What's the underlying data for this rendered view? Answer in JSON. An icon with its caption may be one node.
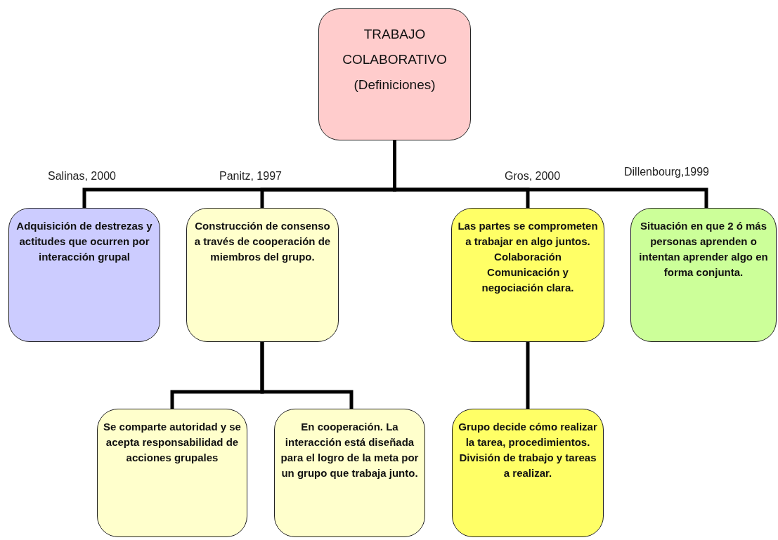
{
  "diagram": {
    "nodes": [
      {
        "text": [
          "TRABAJO COLABORATIVO (Definiciones)"
        ]
      },
      {
        "text": [
          "Adquisición de destrezas y  actitudes que ocurren por interacción  grupal"
        ],
        "beside": [
          "Salinas, 2000"
        ]
      },
      {
        "text": [
          "Construcción de consenso a través de cooperación de miembros del grupo."
        ],
        "beside": [
          "Panitz, 1997"
        ]
      },
      {
        "text": [
          "Las partes se comprometen a trabajar en algo juntos. Colaboración Comunicación y negociación clara."
        ],
        "beside": [
          "Gros, 2000"
        ]
      },
      {
        "text": [
          "Situación en que  2 ó más personas aprenden  o  intentan aprender algo en forma conjunta."
        ],
        "beside": [
          "Dillenbourg,1999"
        ]
      },
      {
        "text": [
          "Se comparte autoridad y  se acepta responsabilidad de acciones grupales"
        ]
      },
      {
        "text": [
          "En cooperación.  La interacción está diseñada para el logro de la meta por un grupo que trabaja junto."
        ]
      },
      {
        "text": [
          "Grupo decide cómo realizar la tarea, procedimientos. División de trabajo y tareas a realizar."
        ]
      }
    ],
    "edges": [
      {
        "from": 0,
        "to": 1,
        "arrow": "none"
      },
      {
        "from": 0,
        "to": 2,
        "arrow": "none"
      },
      {
        "from": 0,
        "to": 3,
        "arrow": "none"
      },
      {
        "from": 0,
        "to": 4,
        "arrow": "none"
      },
      {
        "from": 2,
        "to": 5,
        "arrow": "none"
      },
      {
        "from": 2,
        "to": 6,
        "arrow": "none"
      },
      {
        "from": 3,
        "to": 7,
        "arrow": "none"
      }
    ]
  }
}
